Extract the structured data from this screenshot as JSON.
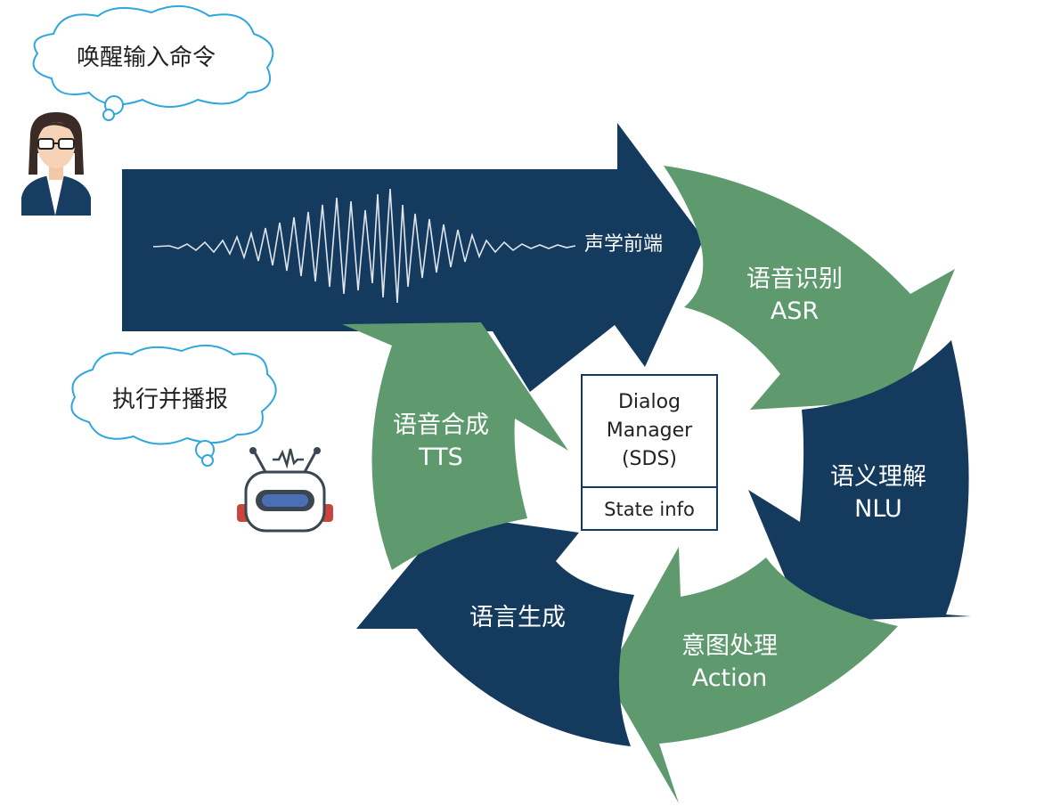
{
  "bubbles": {
    "user": "唤醒输入命令",
    "robot": "执行并播报"
  },
  "stages": {
    "frontend": "声学前端",
    "asr": {
      "zh": "语音识别",
      "en": "ASR"
    },
    "nlu": {
      "zh": "语义理解",
      "en": "NLU"
    },
    "action": {
      "zh": "意图处理",
      "en": "Action"
    },
    "nlg": {
      "zh": "语言生成"
    },
    "tts": {
      "zh": "语音合成",
      "en": "TTS"
    }
  },
  "dialog_manager": {
    "line1": "Dialog",
    "line2": "Manager",
    "line3": "(SDS)",
    "state": "State info"
  },
  "colors": {
    "navy": "#143a5d",
    "green": "#5e9a6e",
    "bubble_outline": "#2fa6dc",
    "robot_accent": "#4a6fb5"
  },
  "icons": {
    "user": "woman-avatar-icon",
    "robot": "robot-icon",
    "waveform": "sound-waveform-icon"
  }
}
